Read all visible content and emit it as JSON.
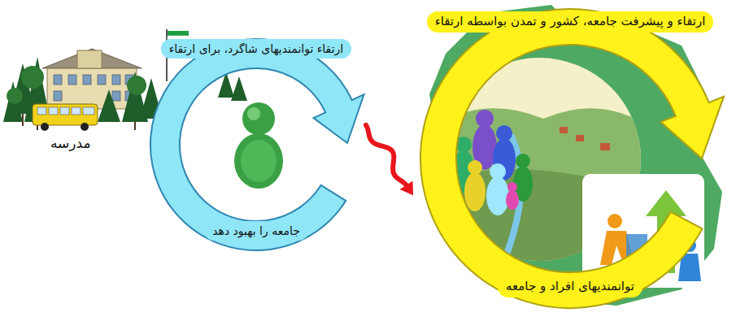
{
  "diagram": {
    "nodes": [
      {
        "text": [
          "ارتقاء توانمندیهای شاگرد، برای ارتقاء",
          "جامعه را بهبود دهد"
        ]
      },
      {
        "text": [
          "ارتقاء و پیشرفت جامعه، کشور و تمدن بواسطه ارتقاء",
          "توانمندیهای افراد و جامعه"
        ]
      }
    ],
    "edges": [
      {
        "from": 0,
        "to": 1,
        "arrow": "to"
      }
    ],
    "labels": [
      "مدرسه"
    ]
  }
}
